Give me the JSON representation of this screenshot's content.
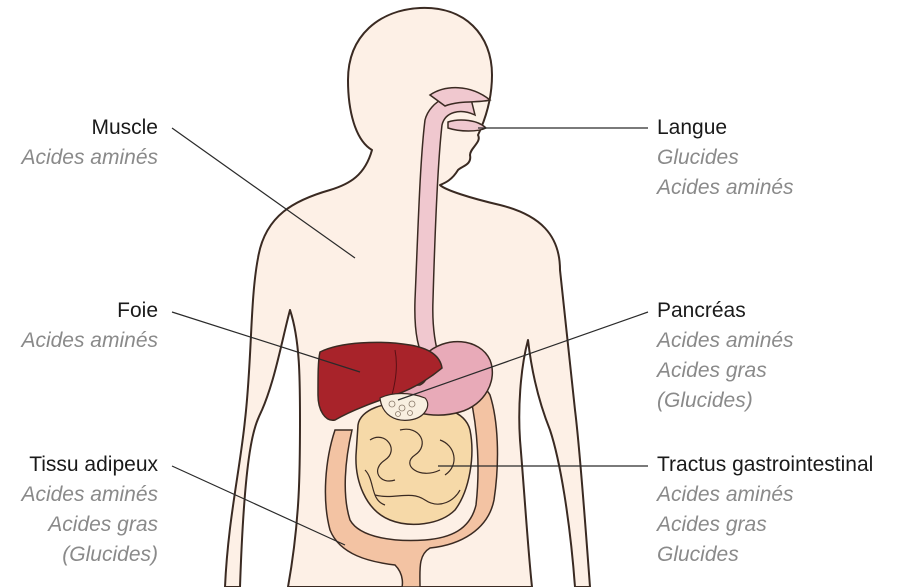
{
  "labels": {
    "muscle": {
      "name": "Muscle",
      "items": [
        "Acides aminés"
      ]
    },
    "langue": {
      "name": "Langue",
      "items": [
        "Glucides",
        "Acides aminés"
      ]
    },
    "foie": {
      "name": "Foie",
      "items": [
        "Acides aminés"
      ]
    },
    "pancreas": {
      "name": "Pancréas",
      "items": [
        "Acides aminés",
        "Acides gras",
        "(Glucides)"
      ]
    },
    "tissu": {
      "name": "Tissu adipeux",
      "items": [
        "Acides aminés",
        "Acides gras",
        "(Glucides)"
      ]
    },
    "tractus": {
      "name": "Tractus gastrointestinal",
      "items": [
        "Acides aminés",
        "Acides gras",
        "Glucides"
      ]
    }
  },
  "colors": {
    "skin": "#fdf0e6",
    "outline": "#3a2a22",
    "esophagus": "#f0c8cf",
    "liver": "#a8232a",
    "stomach": "#e8aab8",
    "intestine": "#f6d9a8",
    "colon": "#f3c3a3",
    "label_sub": "#8a8a8a"
  }
}
